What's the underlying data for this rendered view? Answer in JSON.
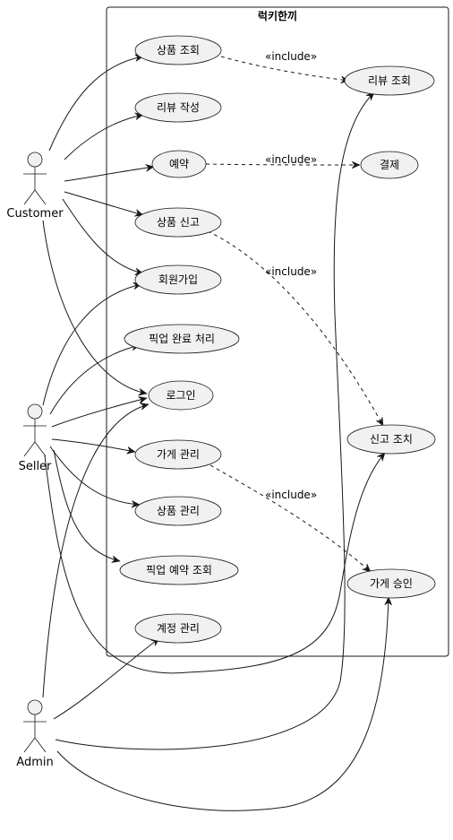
{
  "system": {
    "title": "럭키한끼"
  },
  "actors": [
    {
      "id": "customer",
      "label": "Customer"
    },
    {
      "id": "seller",
      "label": "Seller"
    },
    {
      "id": "admin",
      "label": "Admin"
    }
  ],
  "use_cases": [
    {
      "id": "product_view",
      "label": "상품 조회"
    },
    {
      "id": "review_write",
      "label": "리뷰 작성"
    },
    {
      "id": "reserve",
      "label": "예약"
    },
    {
      "id": "product_report",
      "label": "상품 신고"
    },
    {
      "id": "signup",
      "label": "회원가입"
    },
    {
      "id": "pickup_done",
      "label": "픽업 완료 처리"
    },
    {
      "id": "login",
      "label": "로그인"
    },
    {
      "id": "store_manage",
      "label": "가게 관리"
    },
    {
      "id": "product_manage",
      "label": "상품 관리"
    },
    {
      "id": "pickup_reserve_view",
      "label": "픽업 예약 조회"
    },
    {
      "id": "account_manage",
      "label": "계정 관리"
    },
    {
      "id": "review_view",
      "label": "리뷰 조회"
    },
    {
      "id": "payment",
      "label": "결제"
    },
    {
      "id": "report_action",
      "label": "신고 조치"
    },
    {
      "id": "store_approve",
      "label": "가게 승인"
    }
  ],
  "associations": [
    {
      "from": "customer",
      "to": "product_view"
    },
    {
      "from": "customer",
      "to": "review_write"
    },
    {
      "from": "customer",
      "to": "reserve"
    },
    {
      "from": "customer",
      "to": "product_report"
    },
    {
      "from": "customer",
      "to": "signup"
    },
    {
      "from": "customer",
      "to": "login"
    },
    {
      "from": "seller",
      "to": "signup"
    },
    {
      "from": "seller",
      "to": "pickup_done"
    },
    {
      "from": "seller",
      "to": "login"
    },
    {
      "from": "seller",
      "to": "store_manage"
    },
    {
      "from": "seller",
      "to": "product_manage"
    },
    {
      "from": "seller",
      "to": "pickup_reserve_view"
    },
    {
      "from": "seller",
      "to": "report_action"
    },
    {
      "from": "admin",
      "to": "login"
    },
    {
      "from": "admin",
      "to": "account_manage"
    },
    {
      "from": "admin",
      "to": "review_view"
    },
    {
      "from": "admin",
      "to": "store_approve"
    }
  ],
  "includes": [
    {
      "from": "product_view",
      "to": "review_view",
      "label": "«include»"
    },
    {
      "from": "reserve",
      "to": "payment",
      "label": "«include»"
    },
    {
      "from": "product_report",
      "to": "report_action",
      "label": "«include»"
    },
    {
      "from": "store_manage",
      "to": "store_approve",
      "label": "«include»"
    }
  ]
}
